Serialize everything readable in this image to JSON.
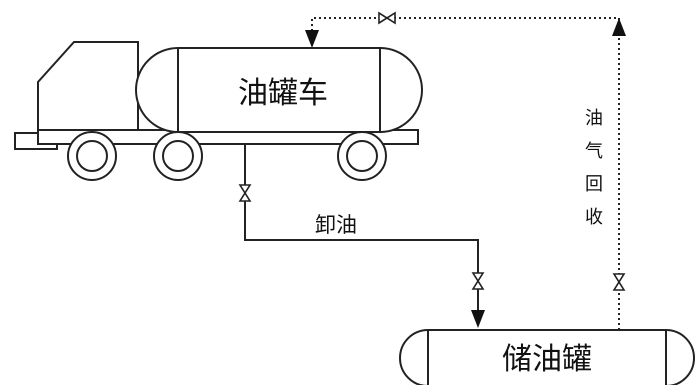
{
  "labels": {
    "tanker_truck": "油罐车",
    "storage_tank": "储油罐",
    "unloading": "卸油",
    "vapor_recovery": [
      "油",
      "气",
      "回",
      "收"
    ]
  }
}
